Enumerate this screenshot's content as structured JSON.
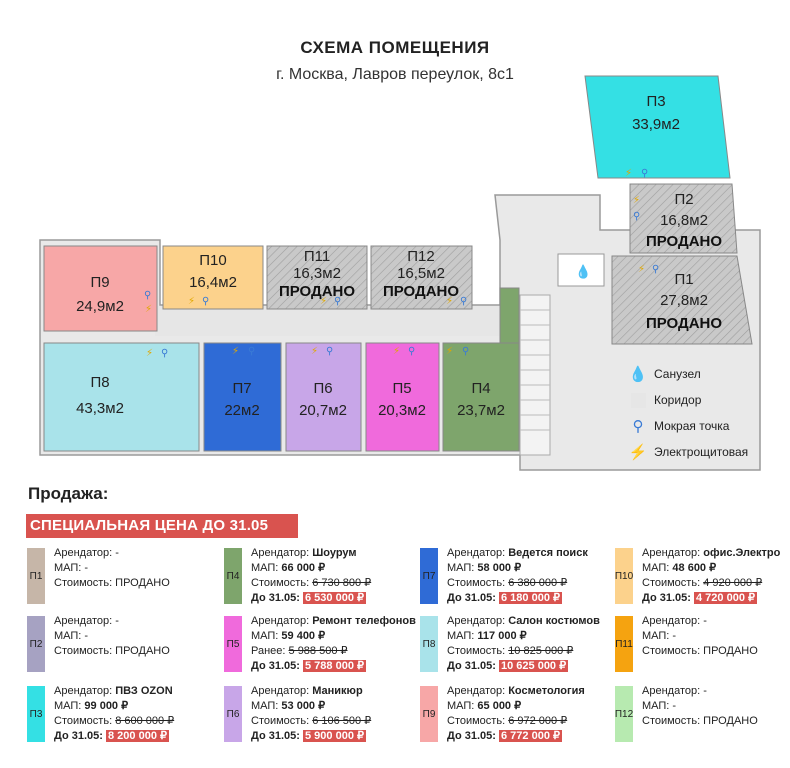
{
  "header": {
    "title": "СХЕМА ПОМЕЩЕНИЯ",
    "address": "г. Москва, Лавров переулок, 8с1"
  },
  "colors": {
    "p1": "#c9c9c9",
    "p2": "#c9c9c9",
    "p3": "#34e0e4",
    "p4": "#7ea56c",
    "p5": "#f06adc",
    "p6": "#c8a6e8",
    "p7": "#2f6bd6",
    "p8": "#a9e3ea",
    "p9": "#f7a7a7",
    "p10": "#fcd28c",
    "p11": "#c9c9c9",
    "p12": "#c9c9c9",
    "corridor": "#e6e6e6",
    "accent": "#d9534f"
  },
  "rooms": {
    "p1": {
      "label": "П1",
      "area": "27,8м2",
      "status": "ПРОДАНО"
    },
    "p2": {
      "label": "П2",
      "area": "16,8м2",
      "status": "ПРОДАНО"
    },
    "p3": {
      "label": "П3",
      "area": "33,9м2"
    },
    "p4": {
      "label": "П4",
      "area": "23,7м2"
    },
    "p5": {
      "label": "П5",
      "area": "20,3м2"
    },
    "p6": {
      "label": "П6",
      "area": "20,7м2"
    },
    "p7": {
      "label": "П7",
      "area": "22м2"
    },
    "p8": {
      "label": "П8",
      "area": "43,3м2"
    },
    "p9": {
      "label": "П9",
      "area": "24,9м2"
    },
    "p10": {
      "label": "П10",
      "area": "16,4м2"
    },
    "p11": {
      "label": "П11",
      "area": "16,3м2",
      "status": "ПРОДАНО"
    },
    "p12": {
      "label": "П12",
      "area": "16,5м2",
      "status": "ПРОДАНО"
    }
  },
  "legend": {
    "wc": "Санузел",
    "corridor": "Коридор",
    "wet_point": "Мокрая точка",
    "electrical": "Электрощитовая"
  },
  "sales": {
    "title": "Продажа:",
    "banner": "СПЕЦИАЛЬНАЯ ЦЕНА ДО 31.05",
    "cards": {
      "p1": {
        "chip": "П1",
        "l1": "Арендатор: -",
        "l2": "МАП: -",
        "l3": "Стоимость: ПРОДАНО"
      },
      "p2": {
        "chip": "П2",
        "l1": "Арендатор: -",
        "l2": "МАП: -",
        "l3": "Стоимость: ПРОДАНО"
      },
      "p3": {
        "chip": "П3",
        "l1_pre": "Арендатор: ",
        "l1_val": "ПВЗ OZON",
        "l2_pre": "МАП: ",
        "l2_val": "99 000 ₽",
        "l3_pre": "Стоимость: ",
        "l3_val": "8 600 000 ₽",
        "l4_pre": "До 31.05: ",
        "l4_val": "8 200 000 ₽"
      },
      "p4": {
        "chip": "П4",
        "l1_pre": "Арендатор: ",
        "l1_val": "Шоурум",
        "l2_pre": "МАП: ",
        "l2_val": "66 000 ₽",
        "l3_pre": "Стоимость: ",
        "l3_val": "6 730 800 ₽",
        "l4_pre": "До 31.05: ",
        "l4_val": "6 530 000 ₽"
      },
      "p5": {
        "chip": "П5",
        "l1_pre": "Арендатор: ",
        "l1_val": "Ремонт телефонов",
        "l2_pre": "МАП: ",
        "l2_val": "59 400 ₽",
        "l3_pre": "Ранее: ",
        "l3_val": "5 988 500 ₽",
        "l4_pre": "До 31.05: ",
        "l4_val": "5 788 000 ₽"
      },
      "p6": {
        "chip": "П6",
        "l1_pre": "Арендатор: ",
        "l1_val": "Маникюр",
        "l2_pre": "МАП: ",
        "l2_val": "53 000 ₽",
        "l3_pre": "Стоимость: ",
        "l3_val": "6 106 500 ₽",
        "l4_pre": "До 31.05: ",
        "l4_val": "5 900 000 ₽"
      },
      "p7": {
        "chip": "П7",
        "l1_pre": "Арендатор: ",
        "l1_val": "Ведется поиск",
        "l2_pre": "МАП: ",
        "l2_val": "58 000 ₽",
        "l3_pre": "Стоимость: ",
        "l3_val": "6 380 000 ₽",
        "l4_pre": "До 31.05: ",
        "l4_val": "6 180 000 ₽"
      },
      "p8": {
        "chip": "П8",
        "l1_pre": "Арендатор: ",
        "l1_val": "Салон костюмов",
        "l2_pre": "МАП: ",
        "l2_val": "117 000 ₽",
        "l3_pre": "Стоимость: ",
        "l3_val": "10 825 000 ₽",
        "l4_pre": "До 31.05: ",
        "l4_val": "10 625 000 ₽"
      },
      "p9": {
        "chip": "П9",
        "l1_pre": "Арендатор: ",
        "l1_val": "Косметология",
        "l2_pre": "МАП: ",
        "l2_val": "65 000 ₽",
        "l3_pre": "Стоимость: ",
        "l3_val": "6 972 000 ₽",
        "l4_pre": "До 31.05: ",
        "l4_val": "6 772 000 ₽"
      },
      "p10": {
        "chip": "П10",
        "l1_pre": "Арендатор: ",
        "l1_val": "офис.Электро",
        "l2_pre": "МАП: ",
        "l2_val": "48 600 ₽",
        "l3_pre": "Стоимость: ",
        "l3_val": "4 920 000 ₽",
        "l4_pre": "До 31.05: ",
        "l4_val": "4 720 000 ₽"
      },
      "p11": {
        "chip": "П11",
        "l1": "Арендатор: -",
        "l2": "МАП: -",
        "l3": "Стоимость: ПРОДАНО"
      },
      "p12": {
        "chip": "П12",
        "l1": "Арендатор: -",
        "l2": "МАП: -",
        "l3": "Стоимость: ПРОДАНО"
      }
    }
  }
}
